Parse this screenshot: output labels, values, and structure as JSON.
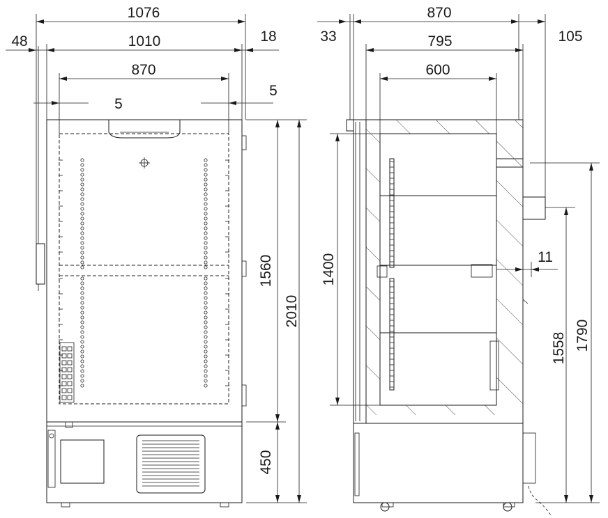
{
  "front_view": {
    "dims": {
      "overall_width": "1076",
      "cabinet_width": "1010",
      "left_offset": "48",
      "right_offset": "18",
      "inner_width": "870",
      "left_gap": "5",
      "right_gap": "5",
      "inner_height": "1560",
      "total_height": "2010",
      "base_height": "450"
    }
  },
  "side_view": {
    "dims": {
      "overall_depth": "870",
      "handle_offset": "33",
      "cabinet_depth": "795",
      "inner_depth": "600",
      "rear_offset": "105",
      "inner_height": "1400",
      "rear_gap": "11",
      "port_height_lower": "1558",
      "port_height_upper": "1790"
    }
  },
  "colors": {
    "line": "#1a1a1a",
    "interior_fill": "#e6e6e6"
  }
}
